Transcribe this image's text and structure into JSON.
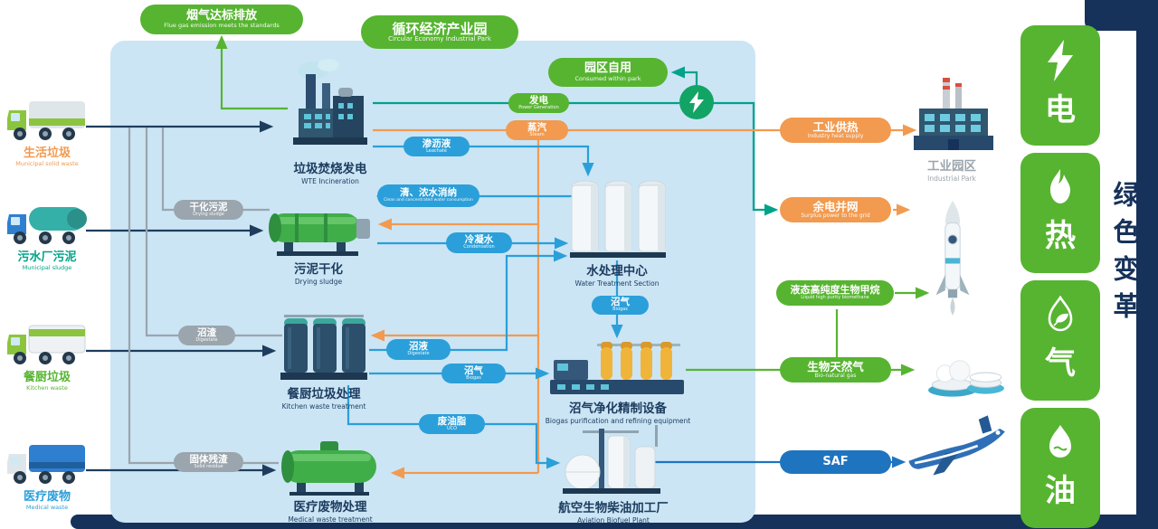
{
  "slogan": "绿色变革",
  "banners": {
    "flue_gas": {
      "zh": "烟气达标排放",
      "en": "Flue gas emission meets the standards"
    },
    "park": {
      "zh": "循环经济产业园",
      "en": "Circular Economy Industrial Park"
    },
    "park_use": {
      "zh": "园区自用",
      "en": "Consumed within park"
    }
  },
  "inputs": [
    {
      "zh": "生活垃圾",
      "en": "Municipal solid waste"
    },
    {
      "zh": "污水厂污泥",
      "en": "Municipal sludge"
    },
    {
      "zh": "餐厨垃圾",
      "en": "Kitchen waste"
    },
    {
      "zh": "医疗废物",
      "en": "Medical waste"
    }
  ],
  "facilities": [
    {
      "zh": "垃圾焚烧发电",
      "en": "WTE Incineration"
    },
    {
      "zh": "污泥干化",
      "en": "Drying sludge"
    },
    {
      "zh": "餐厨垃圾处理",
      "en": "Kitchen waste treatment"
    },
    {
      "zh": "医疗废物处理",
      "en": "Medical waste treatment"
    },
    {
      "zh": "水处理中心",
      "en": "Water Treatment Section"
    },
    {
      "zh": "沼气净化精制设备",
      "en": "Biogas purification and refining equipment"
    },
    {
      "zh": "航空生物柴油加工厂",
      "en": "Aviation Biofuel Plant"
    },
    {
      "zh": "工业园区",
      "en": "Industrial Park"
    }
  ],
  "flows": {
    "power": {
      "zh": "发电",
      "en": "Power Generation"
    },
    "steam": {
      "zh": "蒸汽",
      "en": "Steam"
    },
    "leachate": {
      "zh": "渗沥液",
      "en": "Leachate"
    },
    "clean_water": {
      "zh": "清、浓水消纳",
      "en": "Clean and concentrated water consumption"
    },
    "dried_sludge": {
      "zh": "干化污泥",
      "en": "Drying sludge"
    },
    "condensation": {
      "zh": "冷凝水",
      "en": "Condensation"
    },
    "biogas_water": {
      "zh": "沼气",
      "en": "Biogas"
    },
    "digestate_solid": {
      "zh": "沼渣",
      "en": "Digestate"
    },
    "digestate_liquid": {
      "zh": "沼液",
      "en": "Digestate"
    },
    "biogas_kitchen": {
      "zh": "沼气",
      "en": "Biogas"
    },
    "uco": {
      "zh": "废油脂",
      "en": "UCO"
    },
    "solid_residue": {
      "zh": "固体残渣",
      "en": "Solid residue"
    }
  },
  "outputs": [
    {
      "zh": "工业供热",
      "en": "Industry heat supply"
    },
    {
      "zh": "余电并网",
      "en": "Surplus power to the grid"
    },
    {
      "zh": "液态高纯度生物甲烷",
      "en": "Liquid high purity biomethane"
    },
    {
      "zh": "生物天然气",
      "en": "Bio-natural gas"
    },
    {
      "zh": "SAF",
      "en": ""
    }
  ],
  "energy": [
    {
      "label": "电",
      "icon": "bolt-icon"
    },
    {
      "label": "热",
      "icon": "flame-icon"
    },
    {
      "label": "气",
      "icon": "gas-icon"
    },
    {
      "label": "油",
      "icon": "oil-icon"
    }
  ],
  "colors": {
    "navy": "#16325b",
    "panel": "#cbe5f5",
    "green": "#57b431",
    "teal": "#00a389",
    "orange": "#f29a4f",
    "blue": "#2b9fd9",
    "gray": "#9aa5ad",
    "saf_blue": "#1f74c0"
  }
}
